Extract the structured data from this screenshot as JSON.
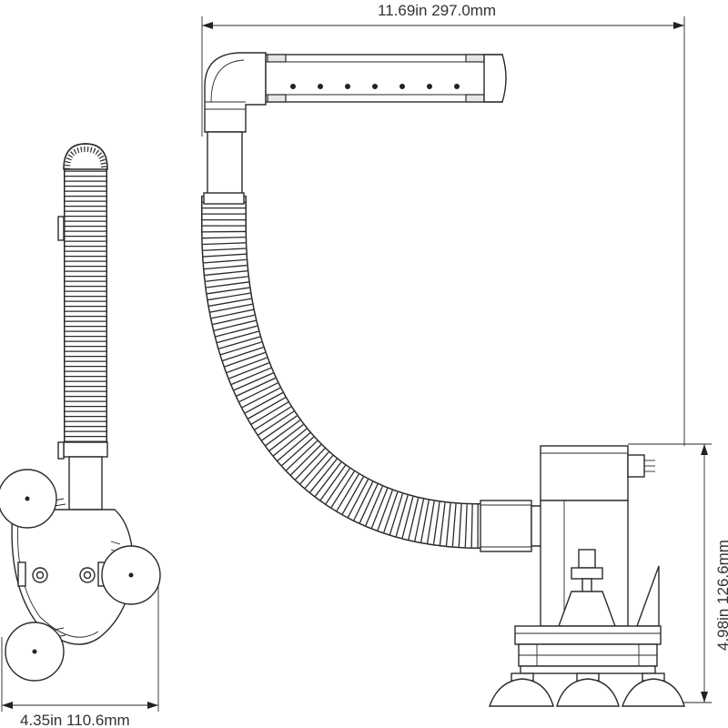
{
  "dimensions": {
    "width_label": "11.69in 297.0mm",
    "height_label": "4.98in 126.6mm",
    "side_width_label": "4.35in 110.6mm"
  },
  "views": {
    "side": "side-view",
    "front": "front-view"
  },
  "colors": {
    "line": "#2a2a2a",
    "background": "#ffffff"
  }
}
